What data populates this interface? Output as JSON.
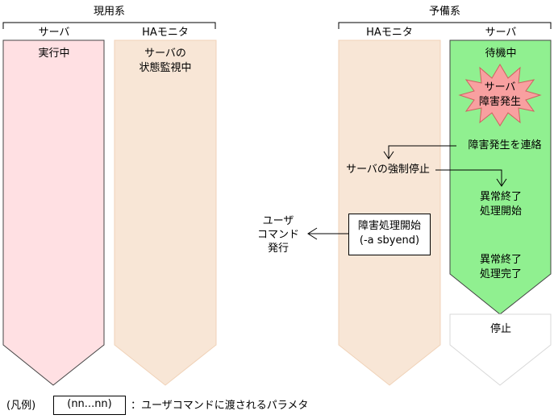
{
  "groups": {
    "active": {
      "title": "現用系"
    },
    "standby": {
      "title": "予備系"
    }
  },
  "columns": {
    "active_server": {
      "header": "サーバ",
      "status": "実行中",
      "fill": "#ffe0e3",
      "stroke": "#444444"
    },
    "active_ha": {
      "header": "HAモニタ",
      "status_line1": "サーバの",
      "status_line2": "状態監視中",
      "fill": "#f8e6d6",
      "stroke": "#f0d2b8"
    },
    "standby_ha": {
      "header": "HAモニタ",
      "fill": "#f8e6d6",
      "stroke": "#f0d2b8"
    },
    "standby_server": {
      "header": "サーバ",
      "status": "待機中",
      "fill": "#90f090",
      "stroke": "#444444"
    },
    "standby_stopped": {
      "label": "停止",
      "fill": "#ffffff",
      "stroke": "#d8d8d8"
    }
  },
  "burst": {
    "line1": "サーバ",
    "line2": "障害発生",
    "fill": "#f8a0a0",
    "stroke": "#d06060"
  },
  "events": {
    "notify": "障害発生を連絡",
    "force_stop": "サーバの強制停止",
    "abend_start_line1": "異常終了",
    "abend_start_line2": "処理開始",
    "abend_done_line1": "異常終了",
    "abend_done_line2": "処理完了"
  },
  "command_box": {
    "line1": "障害処理開始",
    "line2": "(-a sbyend)"
  },
  "user_command": {
    "line1": "ユーザ",
    "line2": "コマンド",
    "line3": "発行"
  },
  "legend": {
    "label": "(凡例)",
    "box_text": "(nn...nn)",
    "description": "：ユーザコマンドに渡されるパラメタ"
  }
}
